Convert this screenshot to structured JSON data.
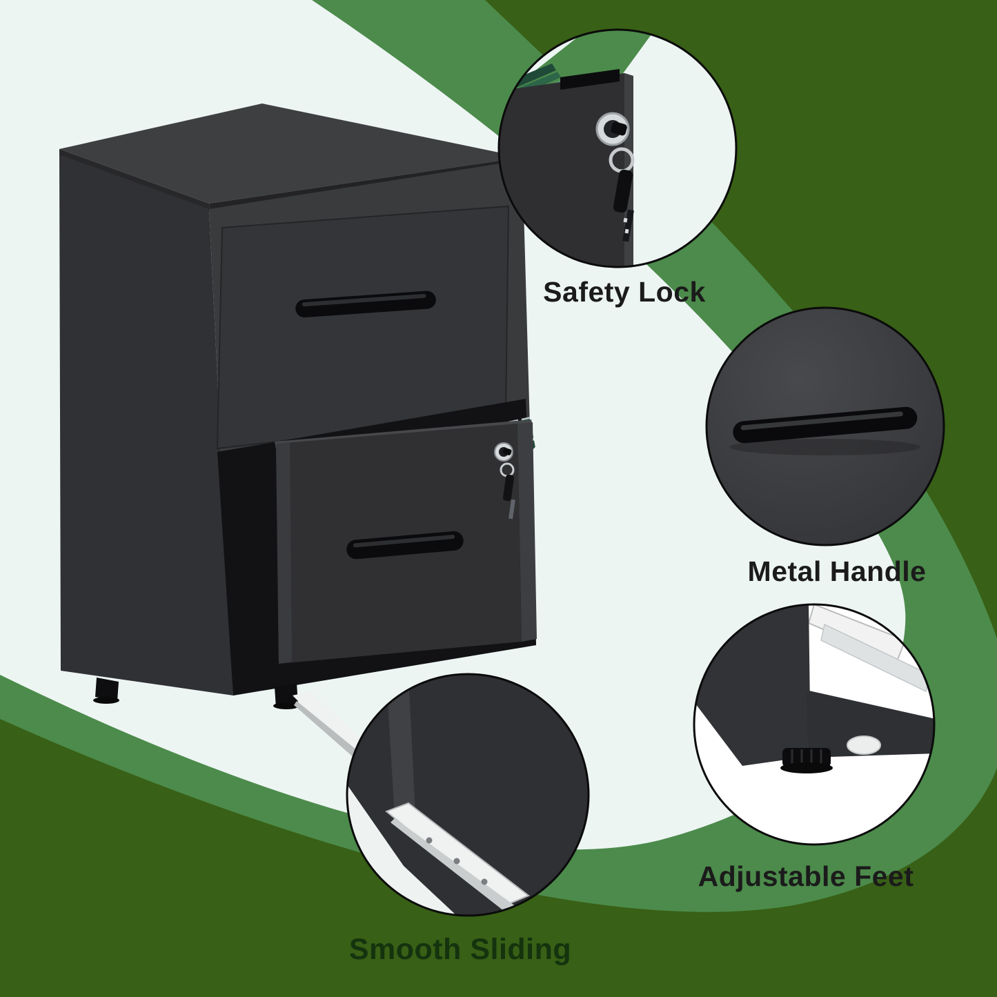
{
  "image_type": "product-feature-infographic",
  "product": {
    "visible_object": "two-drawer vertical file cabinet, bottom drawer open with hanging file folders, keys in locks"
  },
  "callouts": {
    "safety_lock": {
      "label": "Safety Lock"
    },
    "metal_handle": {
      "label": "Metal Handle"
    },
    "adjustable_feet": {
      "label": "Adjustable Feet"
    },
    "smooth_sliding": {
      "label": "Smooth Sliding"
    }
  },
  "colors": {
    "background": "#edf5f3",
    "dark_green": "#386016",
    "light_green": "#4c8b4b",
    "label_dark": "#1b1b1b",
    "label_on_green": "#14330e",
    "cabinet_top": "#3e3f41",
    "cabinet_side": "#303134",
    "cabinet_front": "#3a3b3d",
    "cabinet_interior": "#121214",
    "handle_black": "#0b0b0d",
    "lock_silver": "#d7dadc",
    "rail_white": "#f0f1f1"
  },
  "files": {
    "folder_colors": [
      "#d9c94a",
      "#e3d65c",
      "#cdbd3f",
      "#7ba6d8",
      "#8fb4e0",
      "#6e99cc",
      "#dfe5e6",
      "#cfd8da",
      "#8fc29b",
      "#dfe5e6",
      "#55946a",
      "#3f7d55",
      "#2f6b4a",
      "#55946a",
      "#2c6547",
      "#3f7d55",
      "#27593d",
      "#1f4a33"
    ]
  }
}
